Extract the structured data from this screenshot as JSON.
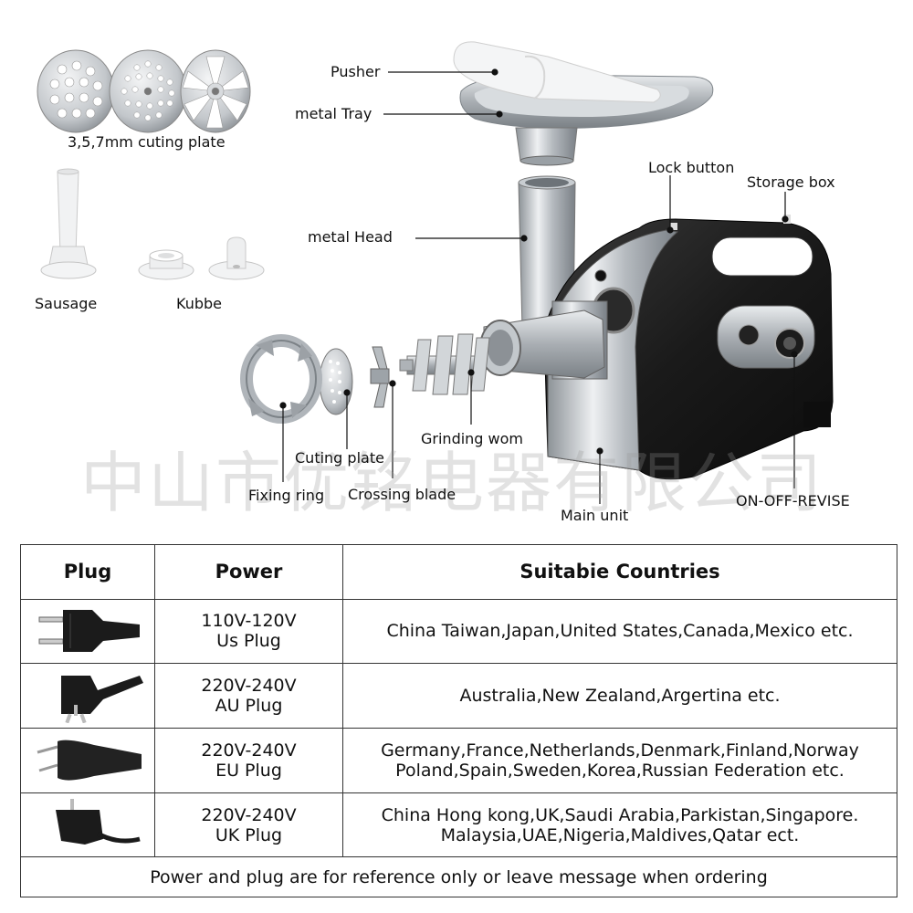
{
  "labels": {
    "plates": "3,5,7mm cuting plate",
    "sausage": "Sausage",
    "kubbe": "Kubbe",
    "pusher": "Pusher",
    "tray": "metal Tray",
    "head": "metal Head",
    "lock": "Lock button",
    "storage": "Storage box",
    "grinding": "Grinding wom",
    "cutting_plate": "Cuting plate",
    "fixing_ring": "Fixing ring",
    "crossing_blade": "Crossing blade",
    "main_unit": "Main unit",
    "switch": "ON-OFF-REVISE"
  },
  "watermark": "中山市优铭电器有限公司",
  "table": {
    "headers": [
      "Plug",
      "Power",
      "Suitabie Countries"
    ],
    "rows": [
      {
        "plug_icon": "us-plug-icon",
        "power_line1": "110V-120V",
        "power_line2": "Us Plug",
        "countries_line1": "China Taiwan,Japan,United States,Canada,Mexico etc.",
        "countries_line2": ""
      },
      {
        "plug_icon": "au-plug-icon",
        "power_line1": "220V-240V",
        "power_line2": "AU Plug",
        "countries_line1": "Australia,New Zealand,Argertina etc.",
        "countries_line2": ""
      },
      {
        "plug_icon": "eu-plug-icon",
        "power_line1": "220V-240V",
        "power_line2": "EU Plug",
        "countries_line1": "Germany,France,Netherlands,Denmark,Finland,Norway",
        "countries_line2": "Poland,Spain,Sweden,Korea,Russian Federation etc."
      },
      {
        "plug_icon": "uk-plug-icon",
        "power_line1": "220V-240V",
        "power_line2": "UK Plug",
        "countries_line1": "China Hong kong,UK,Saudi Arabia,Parkistan,Singapore.",
        "countries_line2": "Malaysia,UAE,Nigeria,Maldives,Qatar ect."
      }
    ],
    "note": "Power and plug are for reference only or leave message when ordering"
  },
  "colors": {
    "body_black": "#1c1c1c",
    "steel": "#c9cdd1",
    "line": "#111111",
    "border": "#333333"
  }
}
